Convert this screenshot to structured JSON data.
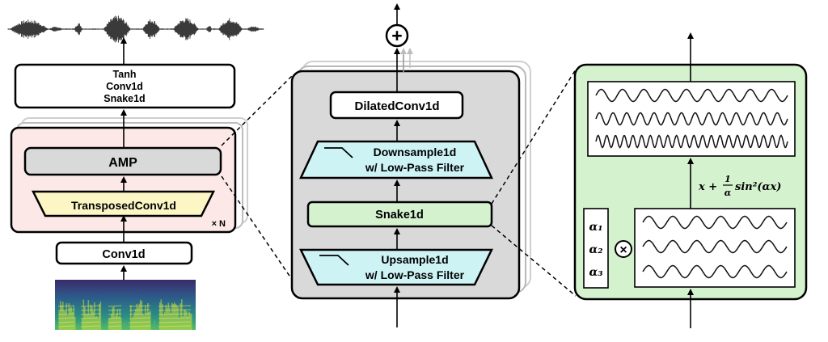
{
  "colors": {
    "amp_block_fill": "#fde8e8",
    "amp_inner_fill": "#d9d9d9",
    "transposed_fill": "#fbf6c4",
    "center_panel_fill": "#d9d9d9",
    "filter_fill": "#cdf3f5",
    "snake_fill": "#d5f2cf",
    "right_panel_fill": "#d5f2cf",
    "waveform": "#3a3a3a"
  },
  "generator": {
    "output_stack": [
      "Tanh",
      "Conv1d",
      "Snake1d"
    ],
    "amp_label": "AMP",
    "transposed_label": "TransposedConv1d",
    "repeat_label": "× N",
    "conv_in_label": "Conv1d"
  },
  "amp_block": {
    "dilated_conv_label": "DilatedConv1d",
    "downsample_label": "Downsample1d",
    "downsample_sub": "w/ Low-Pass Filter",
    "snake_label": "Snake1d",
    "upsample_label": "Upsample1d",
    "upsample_sub": "w/ Low-Pass Filter",
    "sum_symbol": "+"
  },
  "snake_detail": {
    "formula_prefix": "x +",
    "formula_num": "1",
    "formula_den": "α",
    "formula_suffix": "sin²(αx)",
    "alphas": [
      "α₁",
      "α₂",
      "α₃"
    ],
    "multiply_symbol": "×",
    "output_wave_cycles": [
      9,
      14,
      22
    ],
    "input_wave_cycles": [
      6,
      6,
      6
    ]
  }
}
